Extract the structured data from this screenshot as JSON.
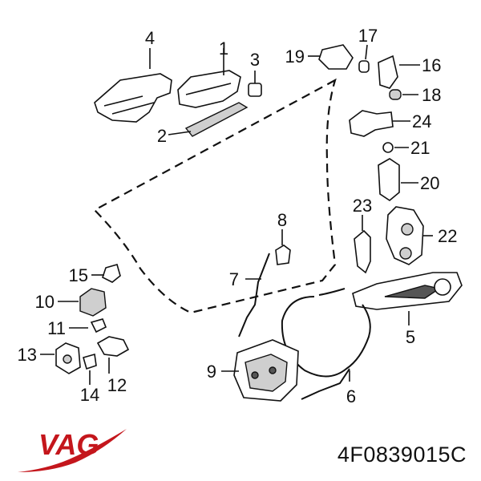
{
  "brand": {
    "name": "VAG",
    "color": "#c4161c"
  },
  "part_number": "4F0839015C",
  "callouts": [
    "1",
    "2",
    "3",
    "4",
    "5",
    "6",
    "7",
    "8",
    "9",
    "10",
    "11",
    "12",
    "13",
    "14",
    "15",
    "16",
    "17",
    "18",
    "19",
    "20",
    "21",
    "22",
    "23",
    "24"
  ]
}
